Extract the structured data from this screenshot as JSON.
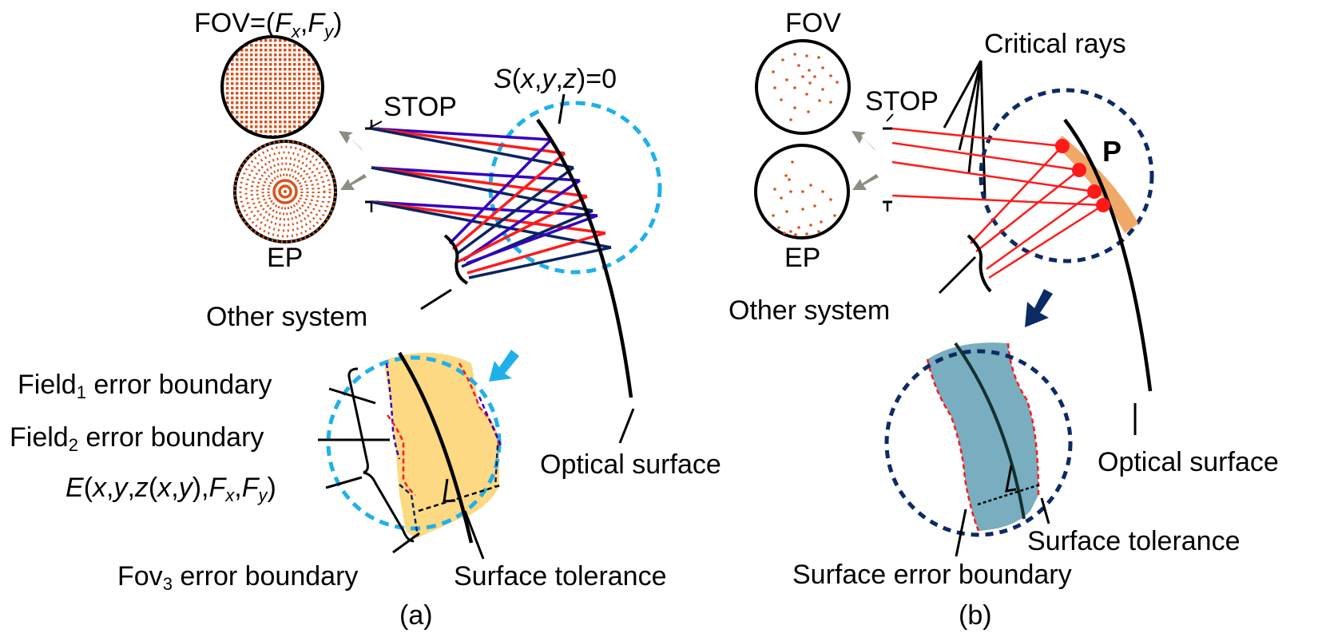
{
  "figure": {
    "panel_a": {
      "caption": "(a)",
      "fov_label": {
        "prefix": "FOV=(",
        "f1": "F",
        "s1": "x",
        "sep": ",",
        "f2": "F",
        "s2": "y",
        "suffix": ")"
      },
      "stop_label": "STOP",
      "surface_eq": {
        "S": "S",
        "open": "(",
        "x": "x",
        "c1": ",",
        "y": "y",
        "c2": ",",
        "z": "z",
        "close": ")=0"
      },
      "ep_label": "EP",
      "other_system_label": "Other system",
      "optical_surface_label": "Optical surface",
      "field1_label": {
        "base": "Field",
        "sub": "1",
        "rest": " error boundary"
      },
      "field2_label": {
        "base": "Field",
        "sub": "2",
        "rest": " error boundary"
      },
      "error_func_label": {
        "E": "E",
        "p1": "(",
        "x": "x",
        "c1": ",",
        "y": "y",
        "c2": ",",
        "z": "z",
        "p2": "(",
        "x2": "x",
        "c3": ",",
        "y2": "y",
        "p3": "),",
        "F1": "F",
        "s1": "x",
        "c4": ",",
        "F2": "F",
        "s2": "y",
        "p4": ")"
      },
      "fov3_label": {
        "base": "Fov",
        "sub": "3",
        "rest": " error boundary"
      },
      "tolerance_label": "Surface tolerance",
      "colors": {
        "zoom_circle": "#1fb0ea",
        "fill": "#fcd982",
        "ray_red": "#ff1a1a",
        "ray_blue": "#3300c0",
        "ray_navy": "#0b2460",
        "arrow": "#8a8d80",
        "pupil_dots": "#d9531e"
      }
    },
    "panel_b": {
      "caption": "(b)",
      "fov_label": "FOV",
      "stop_label": "STOP",
      "critical_rays_label": "Critical rays",
      "point_label": "P",
      "ep_label": "EP",
      "other_system_label": "Other system",
      "optical_surface_label": "Optical surface",
      "tolerance_label": "Surface tolerance",
      "surface_error_label": "Surface error boundary",
      "colors": {
        "zoom_circle": "#0c2a64",
        "fill": "#78aebf",
        "ray_red": "#ff1a1a",
        "highlight": "#f0a868",
        "arrow": "#0c2a64"
      }
    }
  }
}
